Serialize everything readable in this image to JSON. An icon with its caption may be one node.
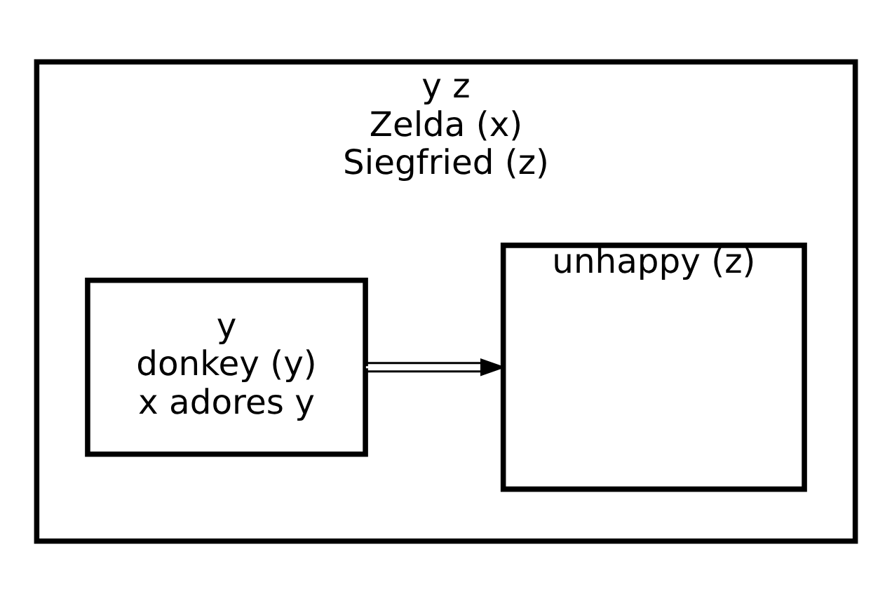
{
  "diagram": {
    "nodes": [
      {
        "text": [
          "y z",
          "Zelda (x)",
          "Siegfried (z)"
        ]
      },
      {
        "text": [
          "y",
          "donkey (y)",
          "x adores y"
        ],
        "in": 0
      },
      {
        "text": [
          "unhappy (z)"
        ],
        "in": 0
      }
    ],
    "edges": [
      {
        "from": 1,
        "to": 2,
        "arrow": "to"
      }
    ]
  }
}
